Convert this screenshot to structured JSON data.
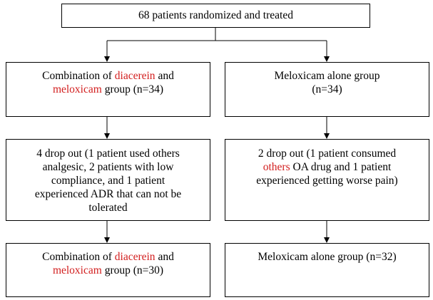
{
  "top": {
    "text": "68 patients randomized and treated"
  },
  "left_group": {
    "line1_prefix": "Combination of ",
    "line1_drug": "diacerein",
    "line1_suffix": " and",
    "line2_drug": "meloxicam",
    "line2_suffix": " group (n=34)"
  },
  "right_group": {
    "line1": "Meloxicam alone group",
    "line2": "(n=34)"
  },
  "left_dropout": {
    "lines": [
      "4 drop out (1 patient used others",
      "analgesic, 2 patients with low",
      "compliance, and 1 patient",
      "experienced ADR that can not be",
      "tolerated"
    ]
  },
  "right_dropout": {
    "line1": "2 drop out (1 patient consumed",
    "line2_red": "others",
    "line2_rest": " OA drug and 1 patient",
    "line3": "experienced getting worse pain)"
  },
  "left_final": {
    "line1_prefix": "Combination of ",
    "line1_drug": "diacerein",
    "line1_suffix": " and",
    "line2_drug": "meloxicam",
    "line2_suffix": " group (n=30)"
  },
  "right_final": {
    "text": "Meloxicam alone group (n=32)"
  },
  "colors": {
    "highlight": "#d21e1e",
    "line": "#000000"
  }
}
